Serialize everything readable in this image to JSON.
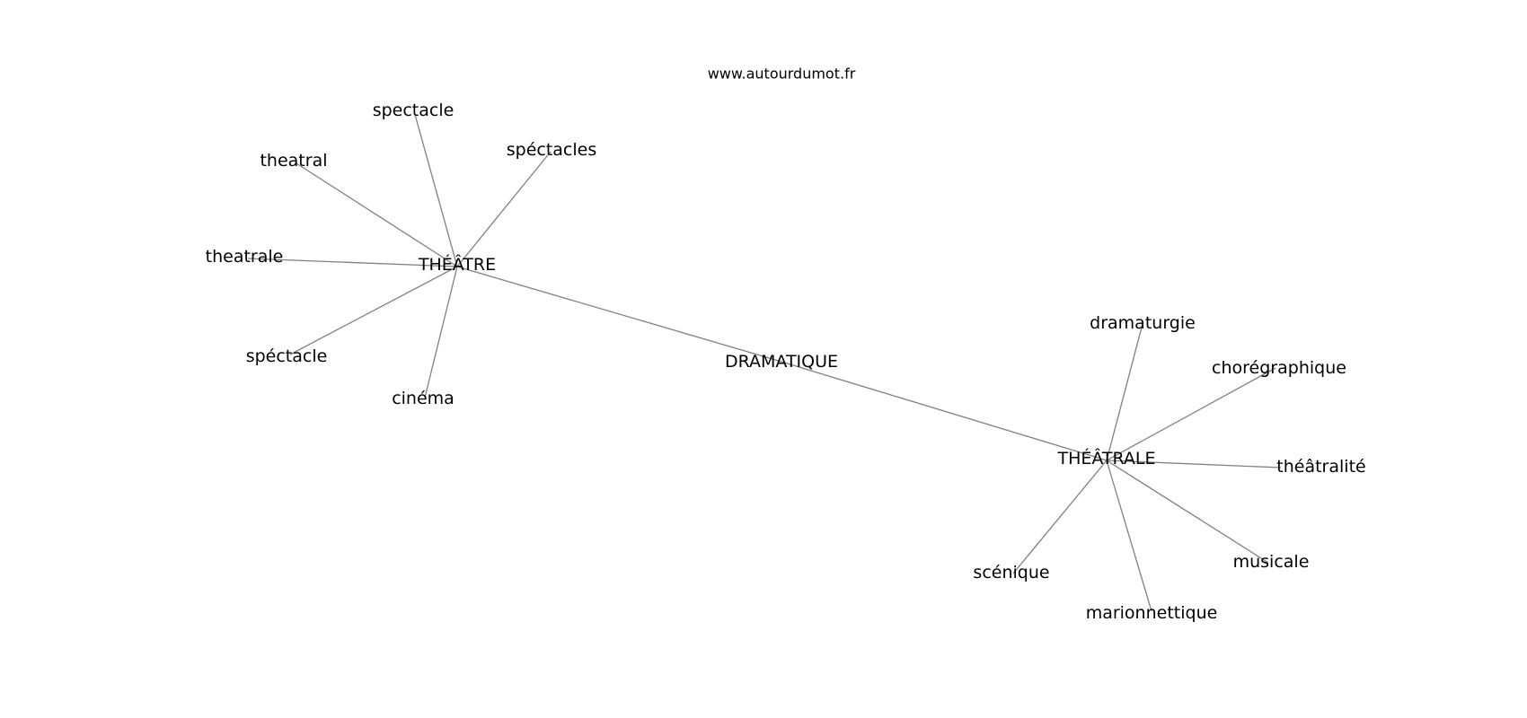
{
  "source": "www.autourdumot.fr",
  "center": "DRAMATIQUE",
  "hubs": [
    {
      "id": "theatre",
      "label": "THÉÂTRE",
      "neighbors": [
        "spectacle",
        "spéctacles",
        "theatral",
        "theatrale",
        "spéctacle",
        "cinéma"
      ]
    },
    {
      "id": "theatrale",
      "label": "THÉÂTRALE",
      "neighbors": [
        "dramaturgie",
        "chorégraphique",
        "théâtralité",
        "musicale",
        "marionnettique",
        "scénique"
      ]
    }
  ],
  "edges": [
    [
      "DRAMATIQUE",
      "THÉÂTRE"
    ],
    [
      "DRAMATIQUE",
      "THÉÂTRALE"
    ],
    [
      "THÉÂTRE",
      "spectacle"
    ],
    [
      "THÉÂTRE",
      "spéctacles"
    ],
    [
      "THÉÂTRE",
      "theatral"
    ],
    [
      "THÉÂTRE",
      "theatrale"
    ],
    [
      "THÉÂTRE",
      "spéctacle"
    ],
    [
      "THÉÂTRE",
      "cinéma"
    ],
    [
      "THÉÂTRALE",
      "dramaturgie"
    ],
    [
      "THÉÂTRALE",
      "chorégraphique"
    ],
    [
      "THÉÂTRALE",
      "théâtralité"
    ],
    [
      "THÉÂTRALE",
      "musicale"
    ],
    [
      "THÉÂTRALE",
      "marionnettique"
    ],
    [
      "THÉÂTRALE",
      "scénique"
    ]
  ]
}
